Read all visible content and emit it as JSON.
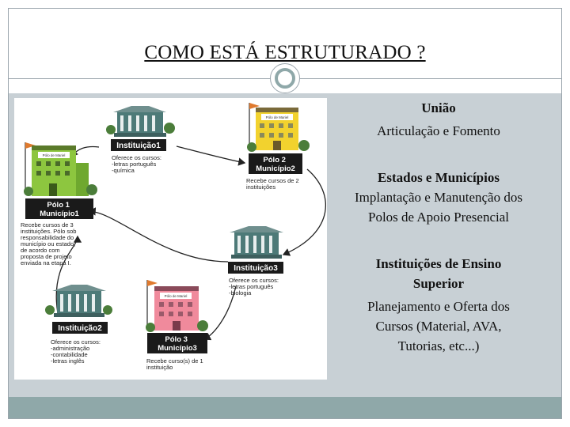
{
  "slide": {
    "title": "COMO ESTÁ ESTRUTURADO ?"
  },
  "diagram": {
    "instituicao1": {
      "label": "Instituição1",
      "desc": [
        "Oferece os cursos:",
        "-letras português",
        "-química"
      ]
    },
    "instituicao2": {
      "label": "Instituição2",
      "desc": [
        "Oferece os cursos:",
        "-administração",
        "-contabilidade",
        "-letras inglês"
      ]
    },
    "instituicao3": {
      "label": "Instituição3",
      "desc": [
        "Oferece os cursos:",
        "-letras português",
        "-biologia"
      ]
    },
    "polo1": {
      "label": [
        "Pólo 1",
        "Município1"
      ],
      "desc": [
        "Recebe cursos de 3",
        "instituições. Pólo sob",
        "responsabilidade do",
        "município ou estado,",
        "de acordo com",
        "proposta de projeto",
        "enviada na etapa I."
      ]
    },
    "polo2": {
      "label": [
        "Pólo 2",
        "Município2"
      ],
      "desc": [
        "Recebe cursos de 2",
        "instituições"
      ]
    },
    "polo3": {
      "label": [
        "Pólo 3",
        "Município3"
      ],
      "desc": [
        "Recebe curso(s) de 1",
        "instituição"
      ]
    },
    "building_sign": "Pólo de Mariel",
    "colors": {
      "polo1": "#8dc63f",
      "polo2": "#f2d22e",
      "polo3": "#f08a9c",
      "institution": "#4d7a78",
      "label_box": "#1a1a1a"
    }
  },
  "right_panel": {
    "uniao_heading": "União",
    "uniao_text": "Articulação e Fomento",
    "estados_heading": "Estados e Municípios",
    "estados_text_1": "Implantação e Manutenção dos",
    "estados_text_2": "Polos de Apoio Presencial",
    "ies_heading_1": "Instituições de Ensino",
    "ies_heading_2": "Superior",
    "ies_text_1": "Planejamento e Oferta dos",
    "ies_text_2": "Cursos (Material, AVA,",
    "ies_text_3": "Tutorias, etc...)"
  }
}
